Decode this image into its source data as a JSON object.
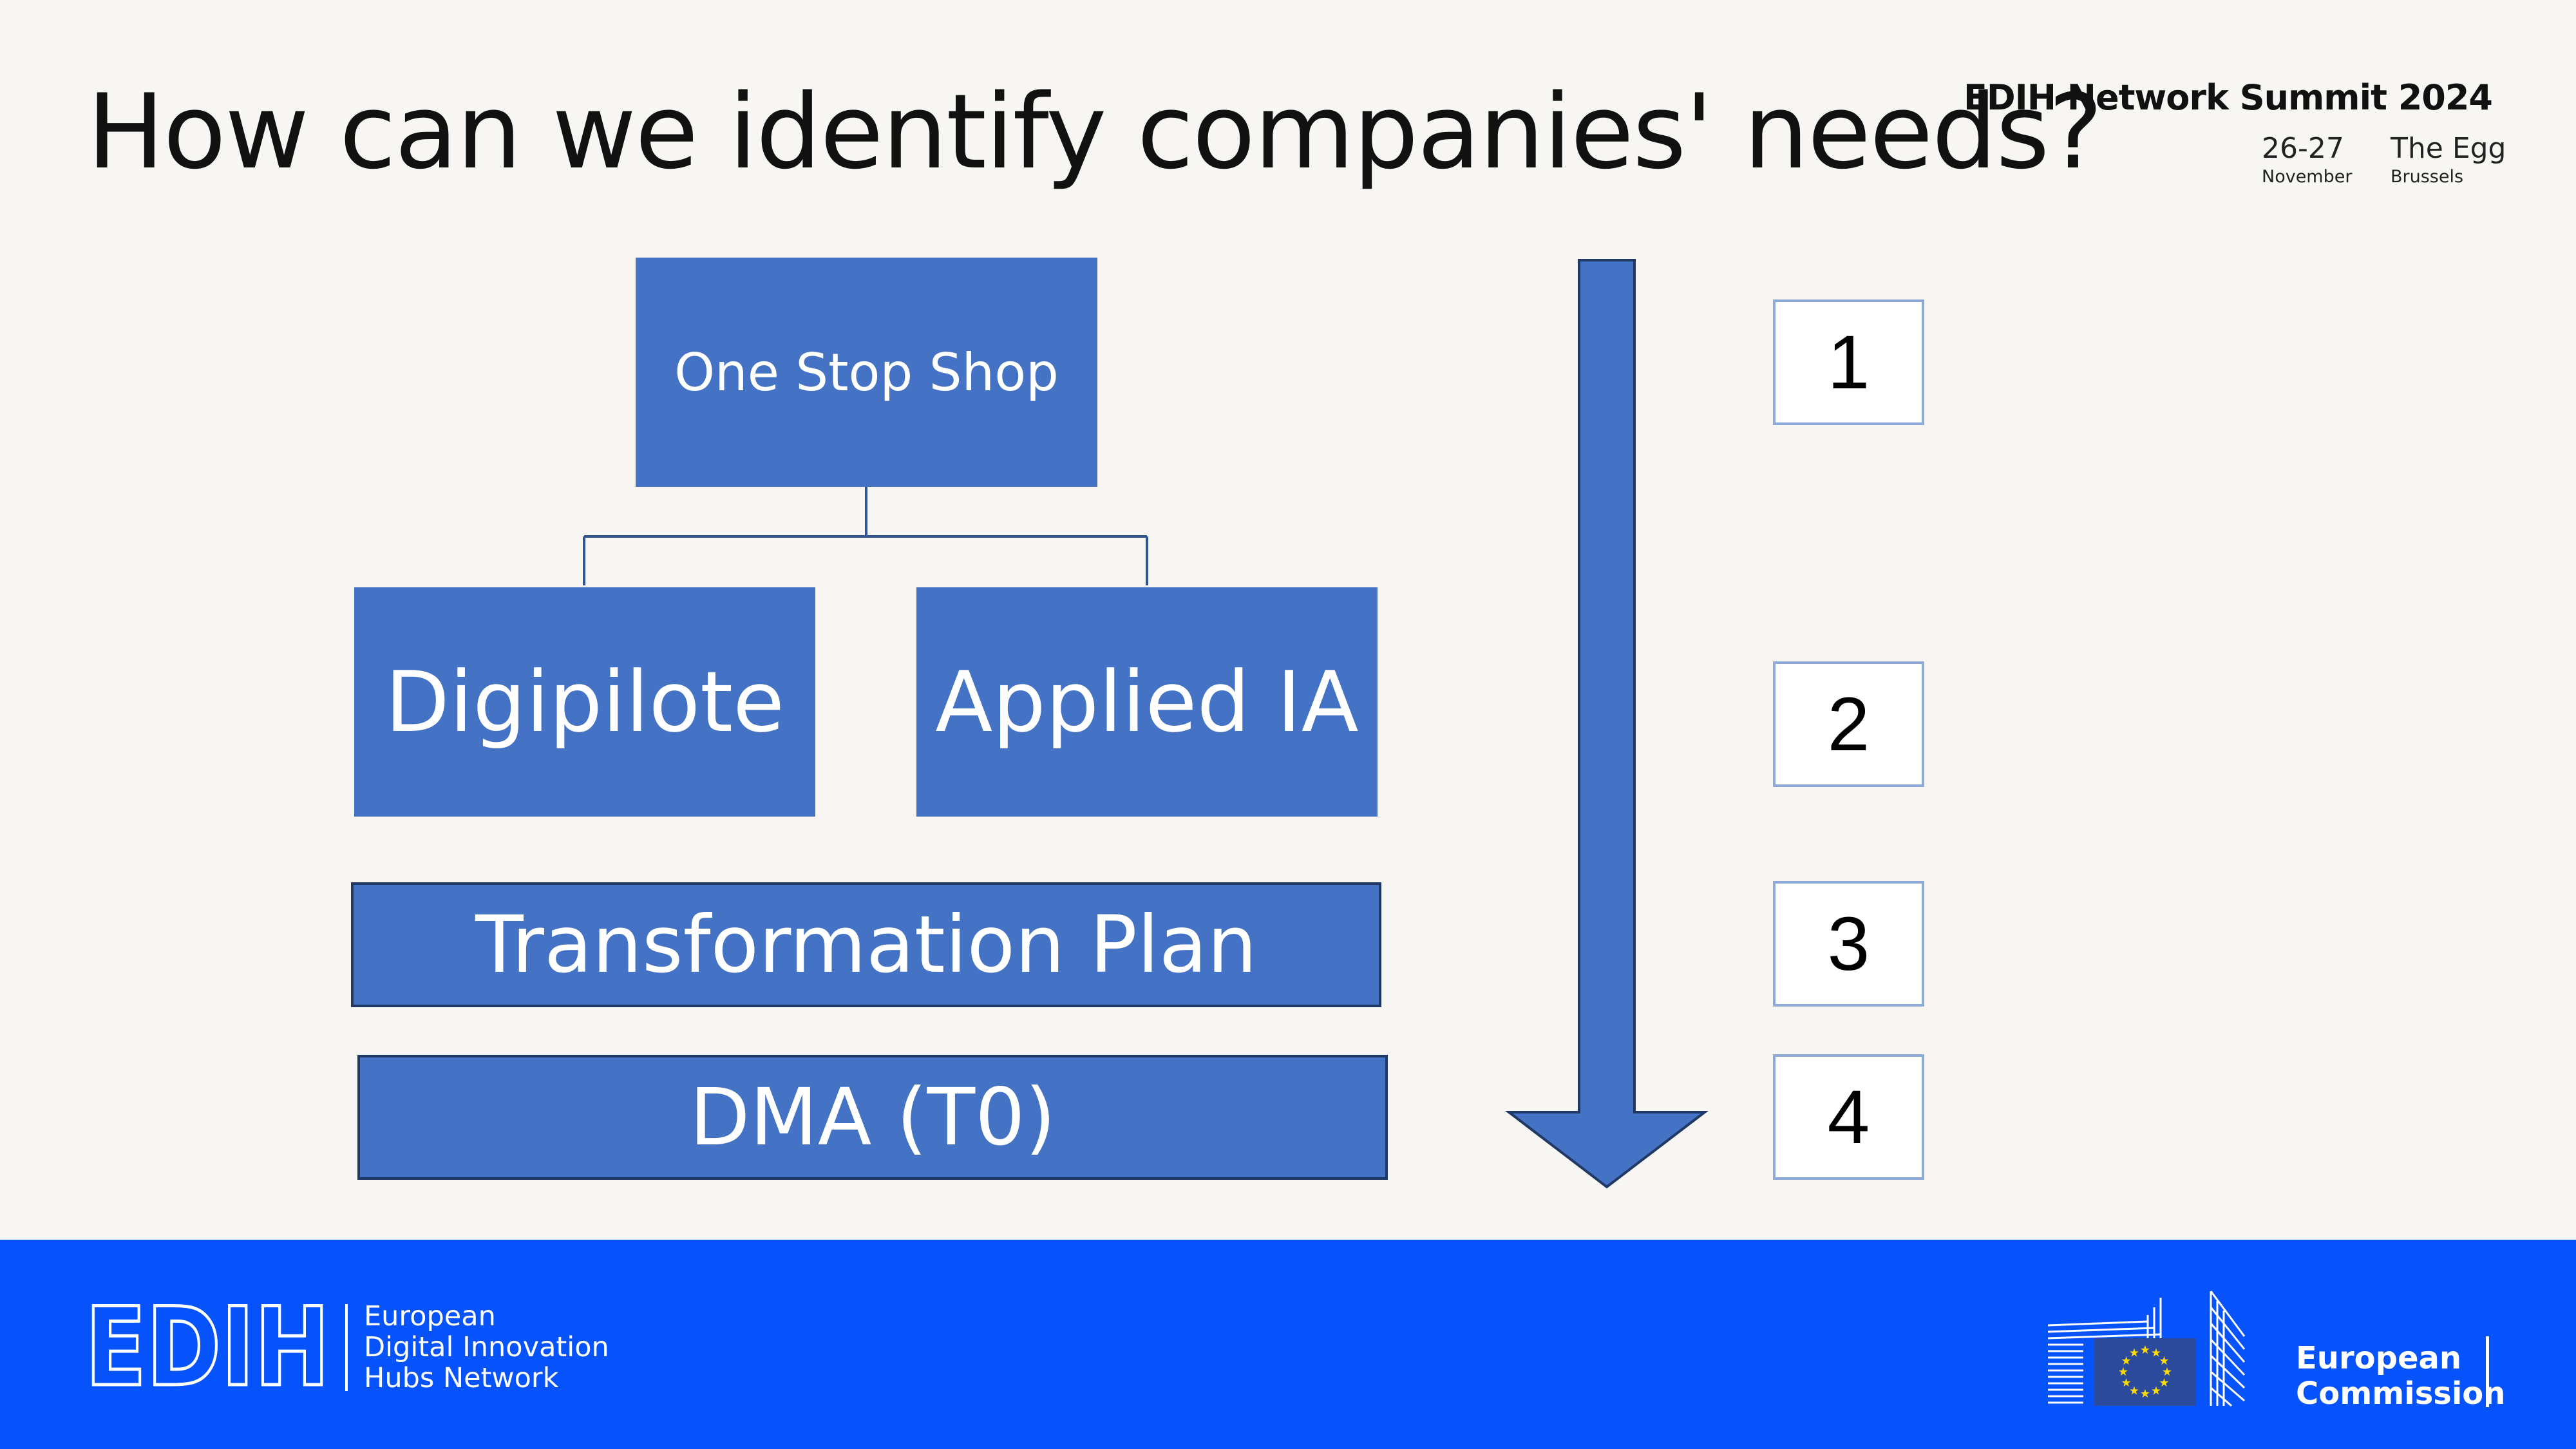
{
  "slide": {
    "title": "How can we identify companies' needs?"
  },
  "event": {
    "name": "EDIH Network Summit 2024",
    "dates": "26-27",
    "month": "November",
    "venue": "The Egg",
    "city": "Brussels"
  },
  "diagram": {
    "top_box": "One Stop Shop",
    "left_box": "Digipilote",
    "right_box": "Applied IA",
    "bar_1": "Transformation Plan",
    "bar_2": "DMA (T0)",
    "steps": [
      "1",
      "2",
      "3",
      "4"
    ]
  },
  "footer": {
    "edih_logo": "EDIH",
    "network_line1": "European",
    "network_line2": "Digital Innovation",
    "network_line3": "Hubs Network",
    "commission_line1": "European",
    "commission_line2": "Commission"
  },
  "colors": {
    "box_fill": "#4472c4",
    "box_dark_border": "#1f3864",
    "step_border": "#8eaadb",
    "footer_blue": "#0653fc",
    "eu_flag_blue": "#2b4a9b",
    "eu_star": "#ffdd00"
  }
}
